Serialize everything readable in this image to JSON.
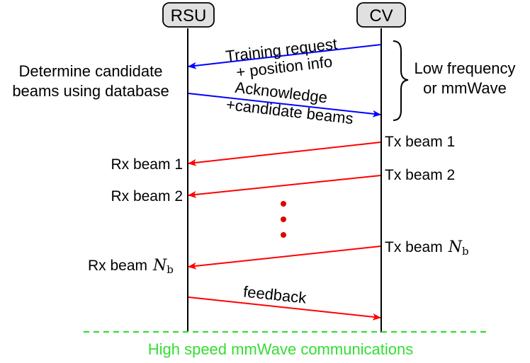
{
  "nodes": {
    "rsu": "RSU",
    "cv": "CV"
  },
  "messages": {
    "training_request_line1": "Training request",
    "training_request_line2": "+ position info",
    "acknowledge_line1": "Acknowledge",
    "acknowledge_line2": "+candidate beams",
    "feedback": "feedback"
  },
  "notes": {
    "determine_line1": "Determine candidate",
    "determine_line2": "beams using database",
    "low_freq_line1": "Low frequency",
    "low_freq_line2": "or mmWave"
  },
  "tx_beams": {
    "b1": "Tx beam 1",
    "b2": "Tx beam 2",
    "bn_prefix": "Tx beam"
  },
  "rx_beams": {
    "b1": "Rx beam 1",
    "b2": "Rx beam 2",
    "bn_prefix": "Rx beam"
  },
  "nb_symbol": {
    "main": "N",
    "sub": "b"
  },
  "footer": "High speed mmWave communications",
  "colors": {
    "control_arrow": "#0000ff",
    "beam_arrow": "#ff0000",
    "ellipsis_dots": "#e00000",
    "footer_text": "#33dd33",
    "divider": "#33dd33",
    "node_fill": "#e0e0e0"
  }
}
